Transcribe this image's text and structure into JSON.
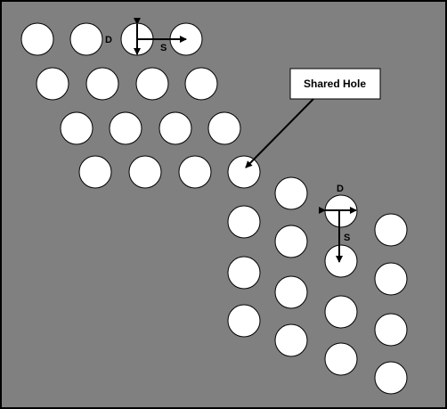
{
  "diagram": {
    "colors": {
      "plate": "#808080",
      "plate_border": "#000000",
      "hole_fill": "#ffffff",
      "annotation": "#000000",
      "callout_box": "#ffffff"
    },
    "labels": {
      "diameter_top": "D",
      "spacing_top": "S",
      "diameter_right": "D",
      "spacing_right": "S"
    },
    "callout": {
      "text": "Shared Hole"
    }
  }
}
